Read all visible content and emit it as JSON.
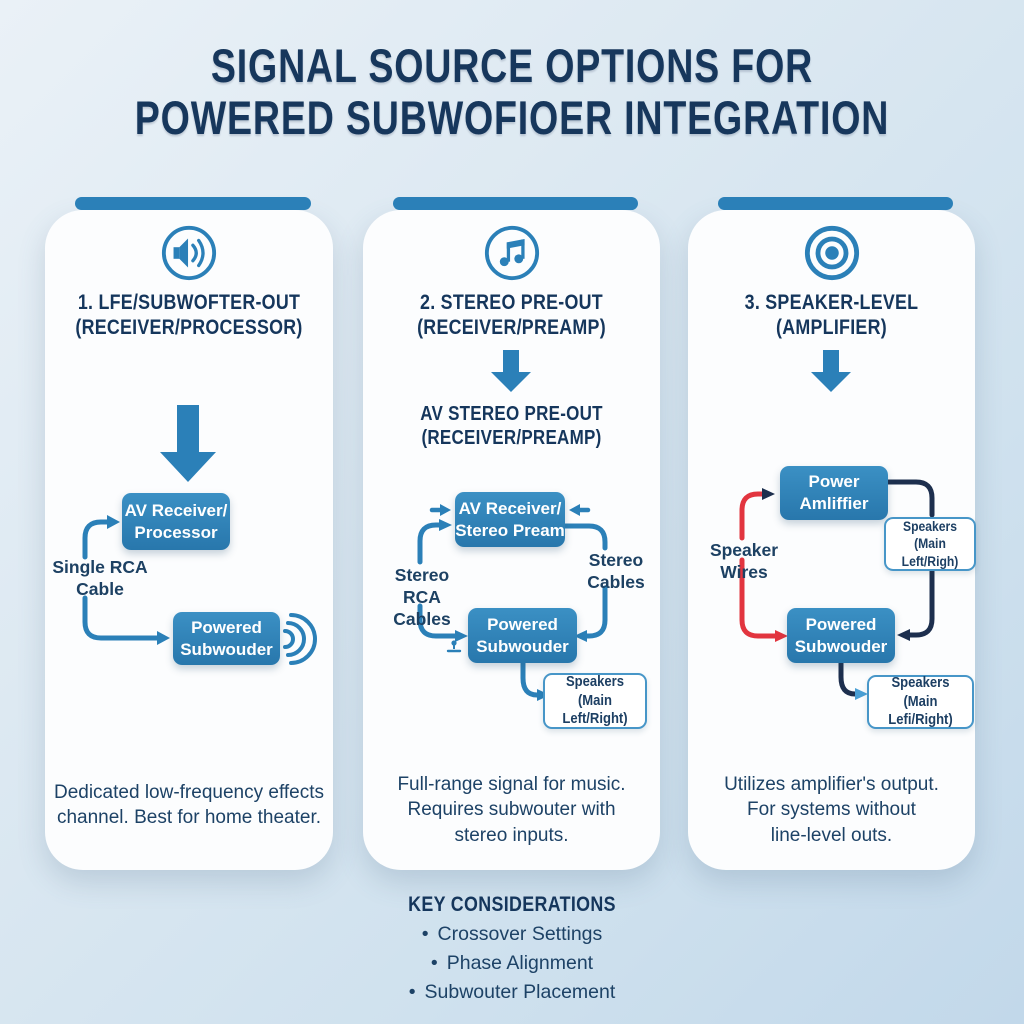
{
  "title": {
    "line1": "SIGNAL SOURCE OPTIONS FOR",
    "line2": "POWERED SUBWOFIOER INTEGRATION"
  },
  "colors": {
    "accent_blue": "#2b80b8",
    "navy_text": "#15365c",
    "red_wire": "#e2353f",
    "dark_wire": "#1d2f4e",
    "card_background": "#fcfdfe",
    "page_background": "#cfe1ee"
  },
  "columns": [
    {
      "icon": "speaker-volume-icon",
      "heading": "1. LFE/SUBWOFTER-OUT\n(RECEIVER/PROCESSOR)",
      "source_box": "AV Receiver/\nProcessor",
      "cable_label": "Single RCA\nCable",
      "sub_box": "Powered\nSubwouder",
      "description": "Dedicated low-frequency effects\nchannel. Best for home theater."
    },
    {
      "icon": "music-note-icon",
      "heading": "2. STEREO PRE-OUT\n(RECEIVER/PREAMP)",
      "mid_heading": "AV STEREO PRE-OUT\n(RECEIVER/PREAMP)",
      "source_box": "AV Receiver/\nStereo Pream",
      "cable_label_left": "Stereo\nRCA Cables",
      "cable_label_right": "Stereo\nCables",
      "sub_box": "Powered\nSubwouder",
      "speakers_box": "Speakers\n(Main Left/Right)",
      "description": "Full-range signal for music.\nRequires subwouter with\nstereo inputs."
    },
    {
      "icon": "speaker-cone-icon",
      "heading": "3. SPEAKER-LEVEL\n(AMPLIFIER)",
      "source_box": "Power\nAmliffier",
      "cable_label": "Speaker Wires",
      "speakers_box_top": "Speakers\n(Main Left/Righ)",
      "sub_box": "Powered\nSubwouder",
      "speakers_box_bottom": "Speakers\n(Main Lefi/Right)",
      "description": "Utilizes amplifier's output.\nFor systems without\nline-level outs."
    }
  ],
  "key_considerations": {
    "heading": "KEY CONSIDERATIONS",
    "items": [
      "Crossover Settings",
      "Phase Alignment",
      "Subwouter Placement"
    ]
  }
}
